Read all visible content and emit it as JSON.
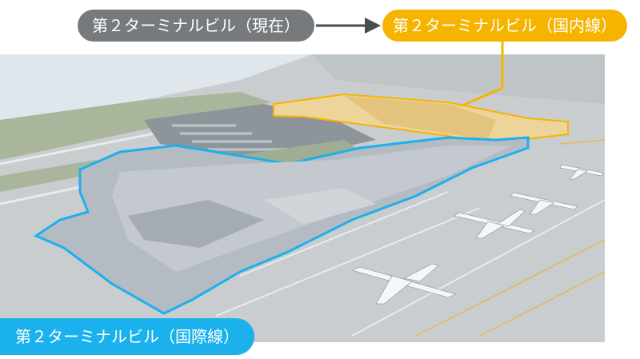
{
  "labels": {
    "current": "第２ターミナルビル（現在）",
    "domestic": "第２ターミナルビル（国内線）",
    "international": "第２ターミナルビル（国際線）"
  },
  "colors": {
    "current": "#777a7d",
    "domestic": "#f6b400",
    "international": "#1ab1ec",
    "apron": "#c7cbce",
    "water": "#dde6ec",
    "grass": "#a9b69b"
  },
  "icons": {
    "arrow": "arrow-right-icon"
  }
}
